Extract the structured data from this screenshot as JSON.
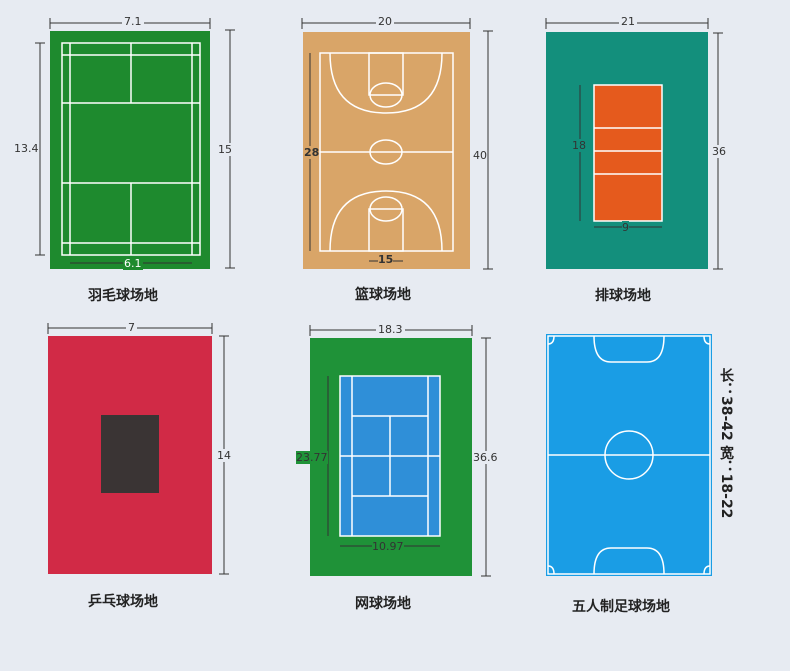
{
  "courts": {
    "badminton": {
      "name": "羽毛球场地",
      "color": "#1e8a2e",
      "width_top": "7.1",
      "length_right": "15",
      "inner_length_left": "13.4",
      "inner_width_bottom": "6.1"
    },
    "basketball": {
      "name": "篮球场地",
      "color": "#d7a46a",
      "width_top": "20",
      "length_right": "40",
      "inner_length_left": "28",
      "inner_width_bottom": "15"
    },
    "volleyball": {
      "name": "排球场地",
      "outer_color": "#138f7c",
      "inner_color": "#e55a1d",
      "width_top": "21",
      "length_right": "36",
      "inner_length_left": "18",
      "inner_width_bottom": "9"
    },
    "table_tennis": {
      "name": "乒乓球场地",
      "outer_color": "#d12a46",
      "inner_color": "#3a3434",
      "width_top": "7",
      "length_right": "14"
    },
    "tennis": {
      "name": "网球场地",
      "outer_color": "#1f9238",
      "inner_color": "#2f8fd8",
      "width_top": "18.3",
      "length_right": "36.6",
      "inner_length_left": "23.77",
      "inner_width_bottom": "10.97"
    },
    "futsal": {
      "name": "五人制足球场地",
      "color": "#1a9de5",
      "dims_vertical": "长：38-42  宽：18-22"
    }
  }
}
